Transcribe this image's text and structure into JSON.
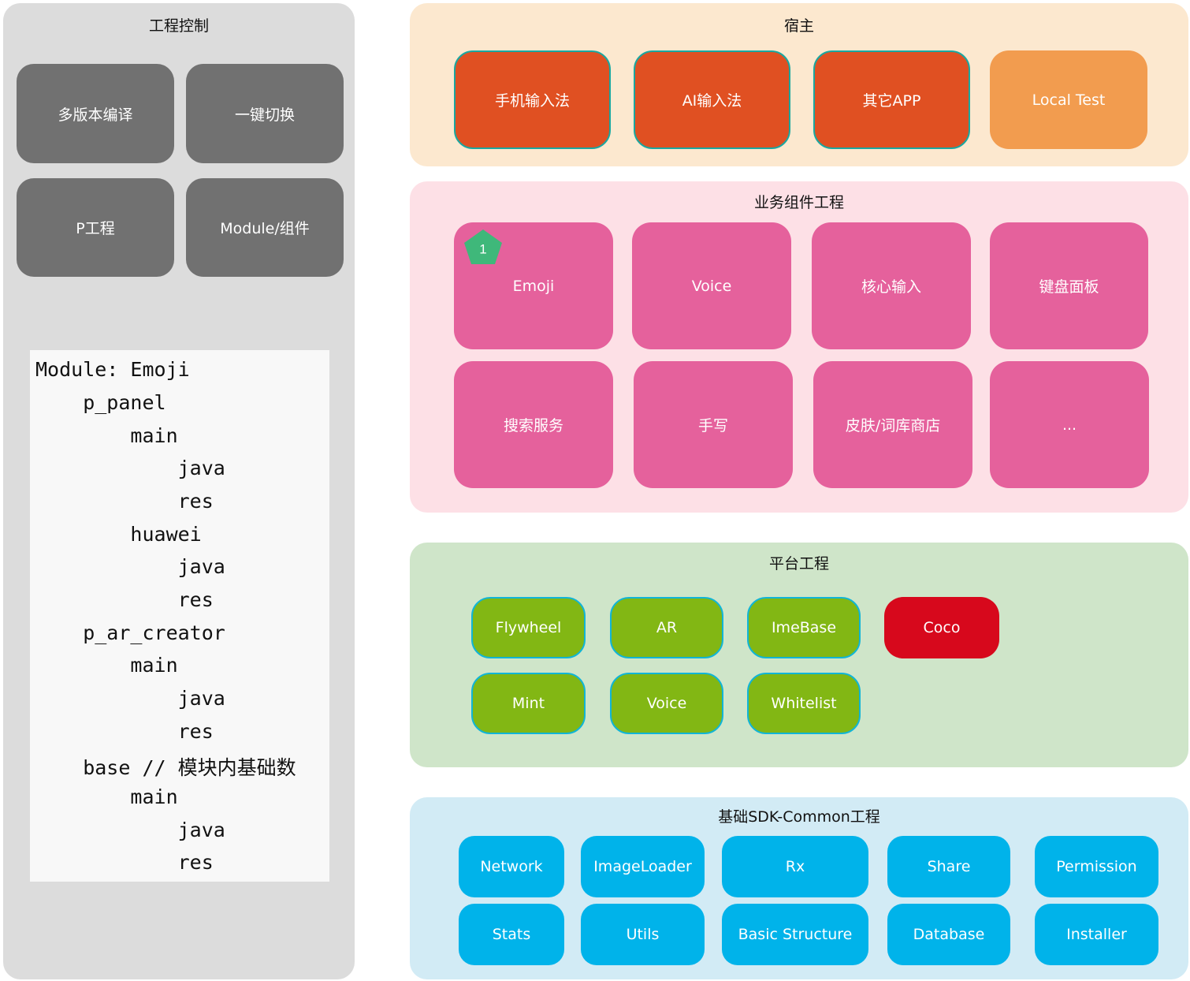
{
  "left": {
    "title": "工程控制",
    "buttons": [
      "多版本编译",
      "一键切换",
      "P工程",
      "Module/组件"
    ],
    "code": [
      "Module: Emoji",
      "    p_panel",
      "        main",
      "            java",
      "            res",
      "        huawei",
      "            java",
      "            res",
      "    p_ar_creator",
      "        main",
      "            java",
      "            res",
      "    base // 模块内基础数",
      "        main",
      "            java",
      "            res"
    ]
  },
  "host": {
    "title": "宿主",
    "items": [
      "手机输入法",
      "AI输入法",
      "其它APP",
      "Local Test"
    ]
  },
  "business": {
    "title": "业务组件工程",
    "badge": "1",
    "items": [
      "Emoji",
      "Voice",
      "核心输入",
      "键盘面板",
      "搜索服务",
      "手写",
      "皮肤/词库商店",
      "..."
    ]
  },
  "platform": {
    "title": "平台工程",
    "items": [
      "Flywheel",
      "AR",
      "ImeBase",
      "Coco",
      "Mint",
      "Voice",
      "Whitelist"
    ]
  },
  "sdk": {
    "title": "基础SDK-Common工程",
    "items": [
      "Network",
      "ImageLoader",
      "Rx",
      "Share",
      "Permission",
      "Stats",
      "Utils",
      "Basic Structure",
      "Database",
      "Installer"
    ]
  },
  "colors": {
    "left_panel": "#dcdcdc",
    "host_panel": "#fce8cf",
    "business_panel": "#fde0e6",
    "platform_panel": "#cfe5c9",
    "sdk_panel": "#d2ebf5",
    "badge": "#3fb87a"
  }
}
